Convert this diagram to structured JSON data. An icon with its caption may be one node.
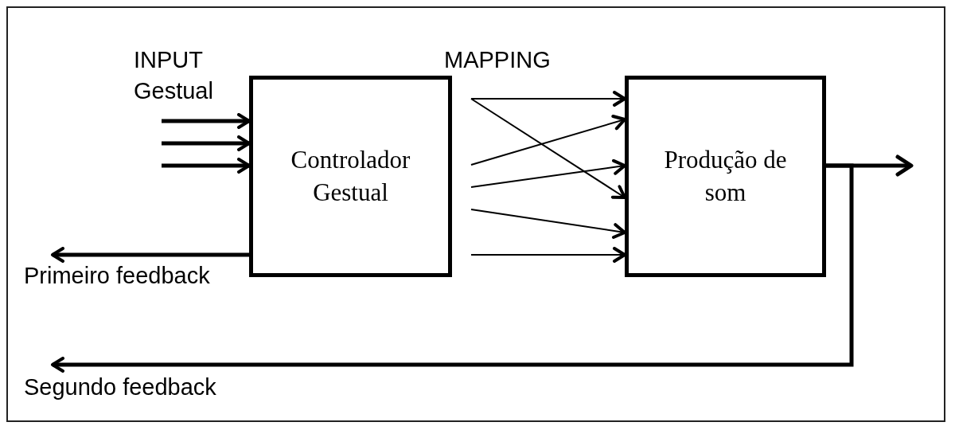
{
  "diagram": {
    "nodes": [
      {
        "text": [
          "Controlador Gestual"
        ]
      },
      {
        "text": [
          "Produção de som"
        ]
      },
      {
        "text": [
          "Primeiro feedback"
        ]
      },
      {
        "text": [
          "Segundo feedback"
        ]
      }
    ],
    "edges": [
      {
        "from": null,
        "to": 0,
        "arrow": "to",
        "style": "thick"
      },
      {
        "from": null,
        "to": 0,
        "arrow": "to",
        "style": "thick"
      },
      {
        "from": null,
        "to": 0,
        "arrow": "to",
        "style": "thick"
      },
      {
        "from": null,
        "to": 1,
        "arrow": "to"
      },
      {
        "from": null,
        "to": 1,
        "arrow": "to"
      },
      {
        "from": null,
        "to": 1,
        "arrow": "to"
      },
      {
        "from": null,
        "to": 1,
        "arrow": "to"
      },
      {
        "from": null,
        "to": 1,
        "arrow": "to"
      },
      {
        "from": null,
        "to": 1,
        "arrow": "to"
      },
      {
        "from": 0,
        "to": 2,
        "arrow": "to",
        "style": "thick"
      },
      {
        "from": 1,
        "to": null,
        "arrow": "to",
        "style": "thick"
      },
      {
        "from": 1,
        "to": 3,
        "arrow": "to",
        "style": "thick"
      }
    ],
    "labels": [
      "INPUT Gestual",
      "MAPPING"
    ]
  }
}
